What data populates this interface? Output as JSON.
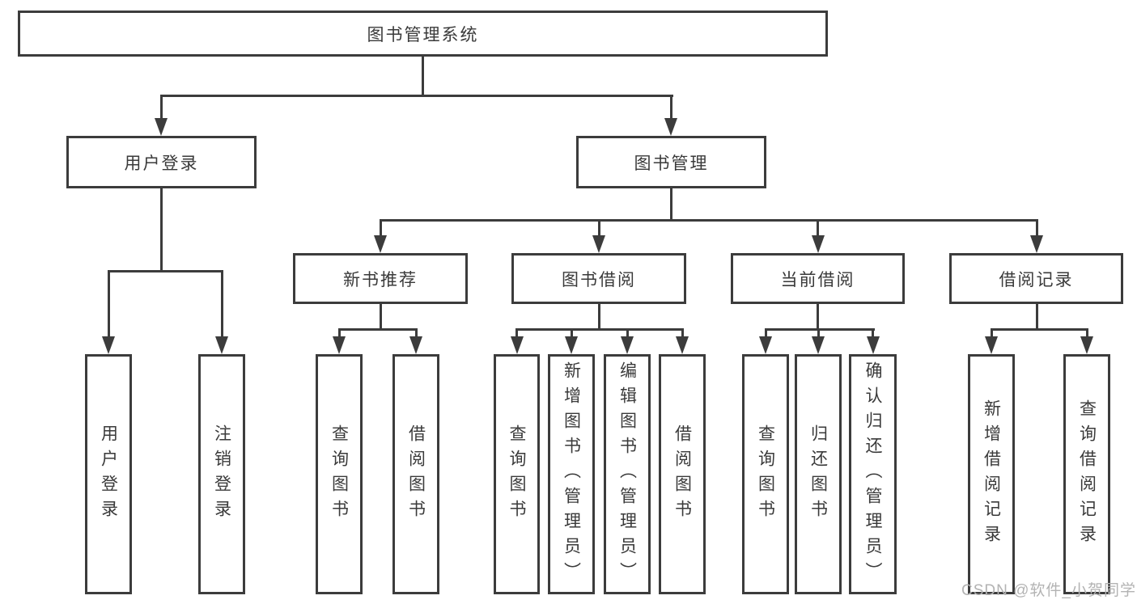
{
  "diagram": {
    "root": {
      "label": "图书管理系统"
    },
    "level2": {
      "user_login": {
        "label": "用户登录"
      },
      "book_mgmt": {
        "label": "图书管理"
      }
    },
    "level3": {
      "new_books": {
        "label": "新书推荐"
      },
      "book_borrow": {
        "label": "图书借阅"
      },
      "current_borrow": {
        "label": "当前借阅"
      },
      "borrow_records": {
        "label": "借阅记录"
      }
    },
    "leaves": {
      "user_login": {
        "label": "用户登录"
      },
      "logout": {
        "label": "注销登录"
      },
      "nb_query_books": {
        "label": "查询图书"
      },
      "nb_borrow_books": {
        "label": "借阅图书"
      },
      "bb_query_books": {
        "label": "查询图书"
      },
      "bb_add_books": {
        "label": "新增图书（管理员）"
      },
      "bb_edit_books": {
        "label": "编辑图书（管理员）"
      },
      "bb_borrow_books": {
        "label": "借阅图书"
      },
      "cb_query_books": {
        "label": "查询图书"
      },
      "cb_return_books": {
        "label": "归还图书"
      },
      "cb_confirm_return": {
        "label": "确认归还（管理员）"
      },
      "br_add_record": {
        "label": "新增借阅记录"
      },
      "br_query_record": {
        "label": "查询借阅记录"
      }
    },
    "watermark": "CSDN @软件_小贺同学",
    "colors": {
      "line": "#3c3c3c",
      "text": "#3a3a3a",
      "watermark": "#b3b3b3",
      "background": "#ffffff"
    }
  }
}
